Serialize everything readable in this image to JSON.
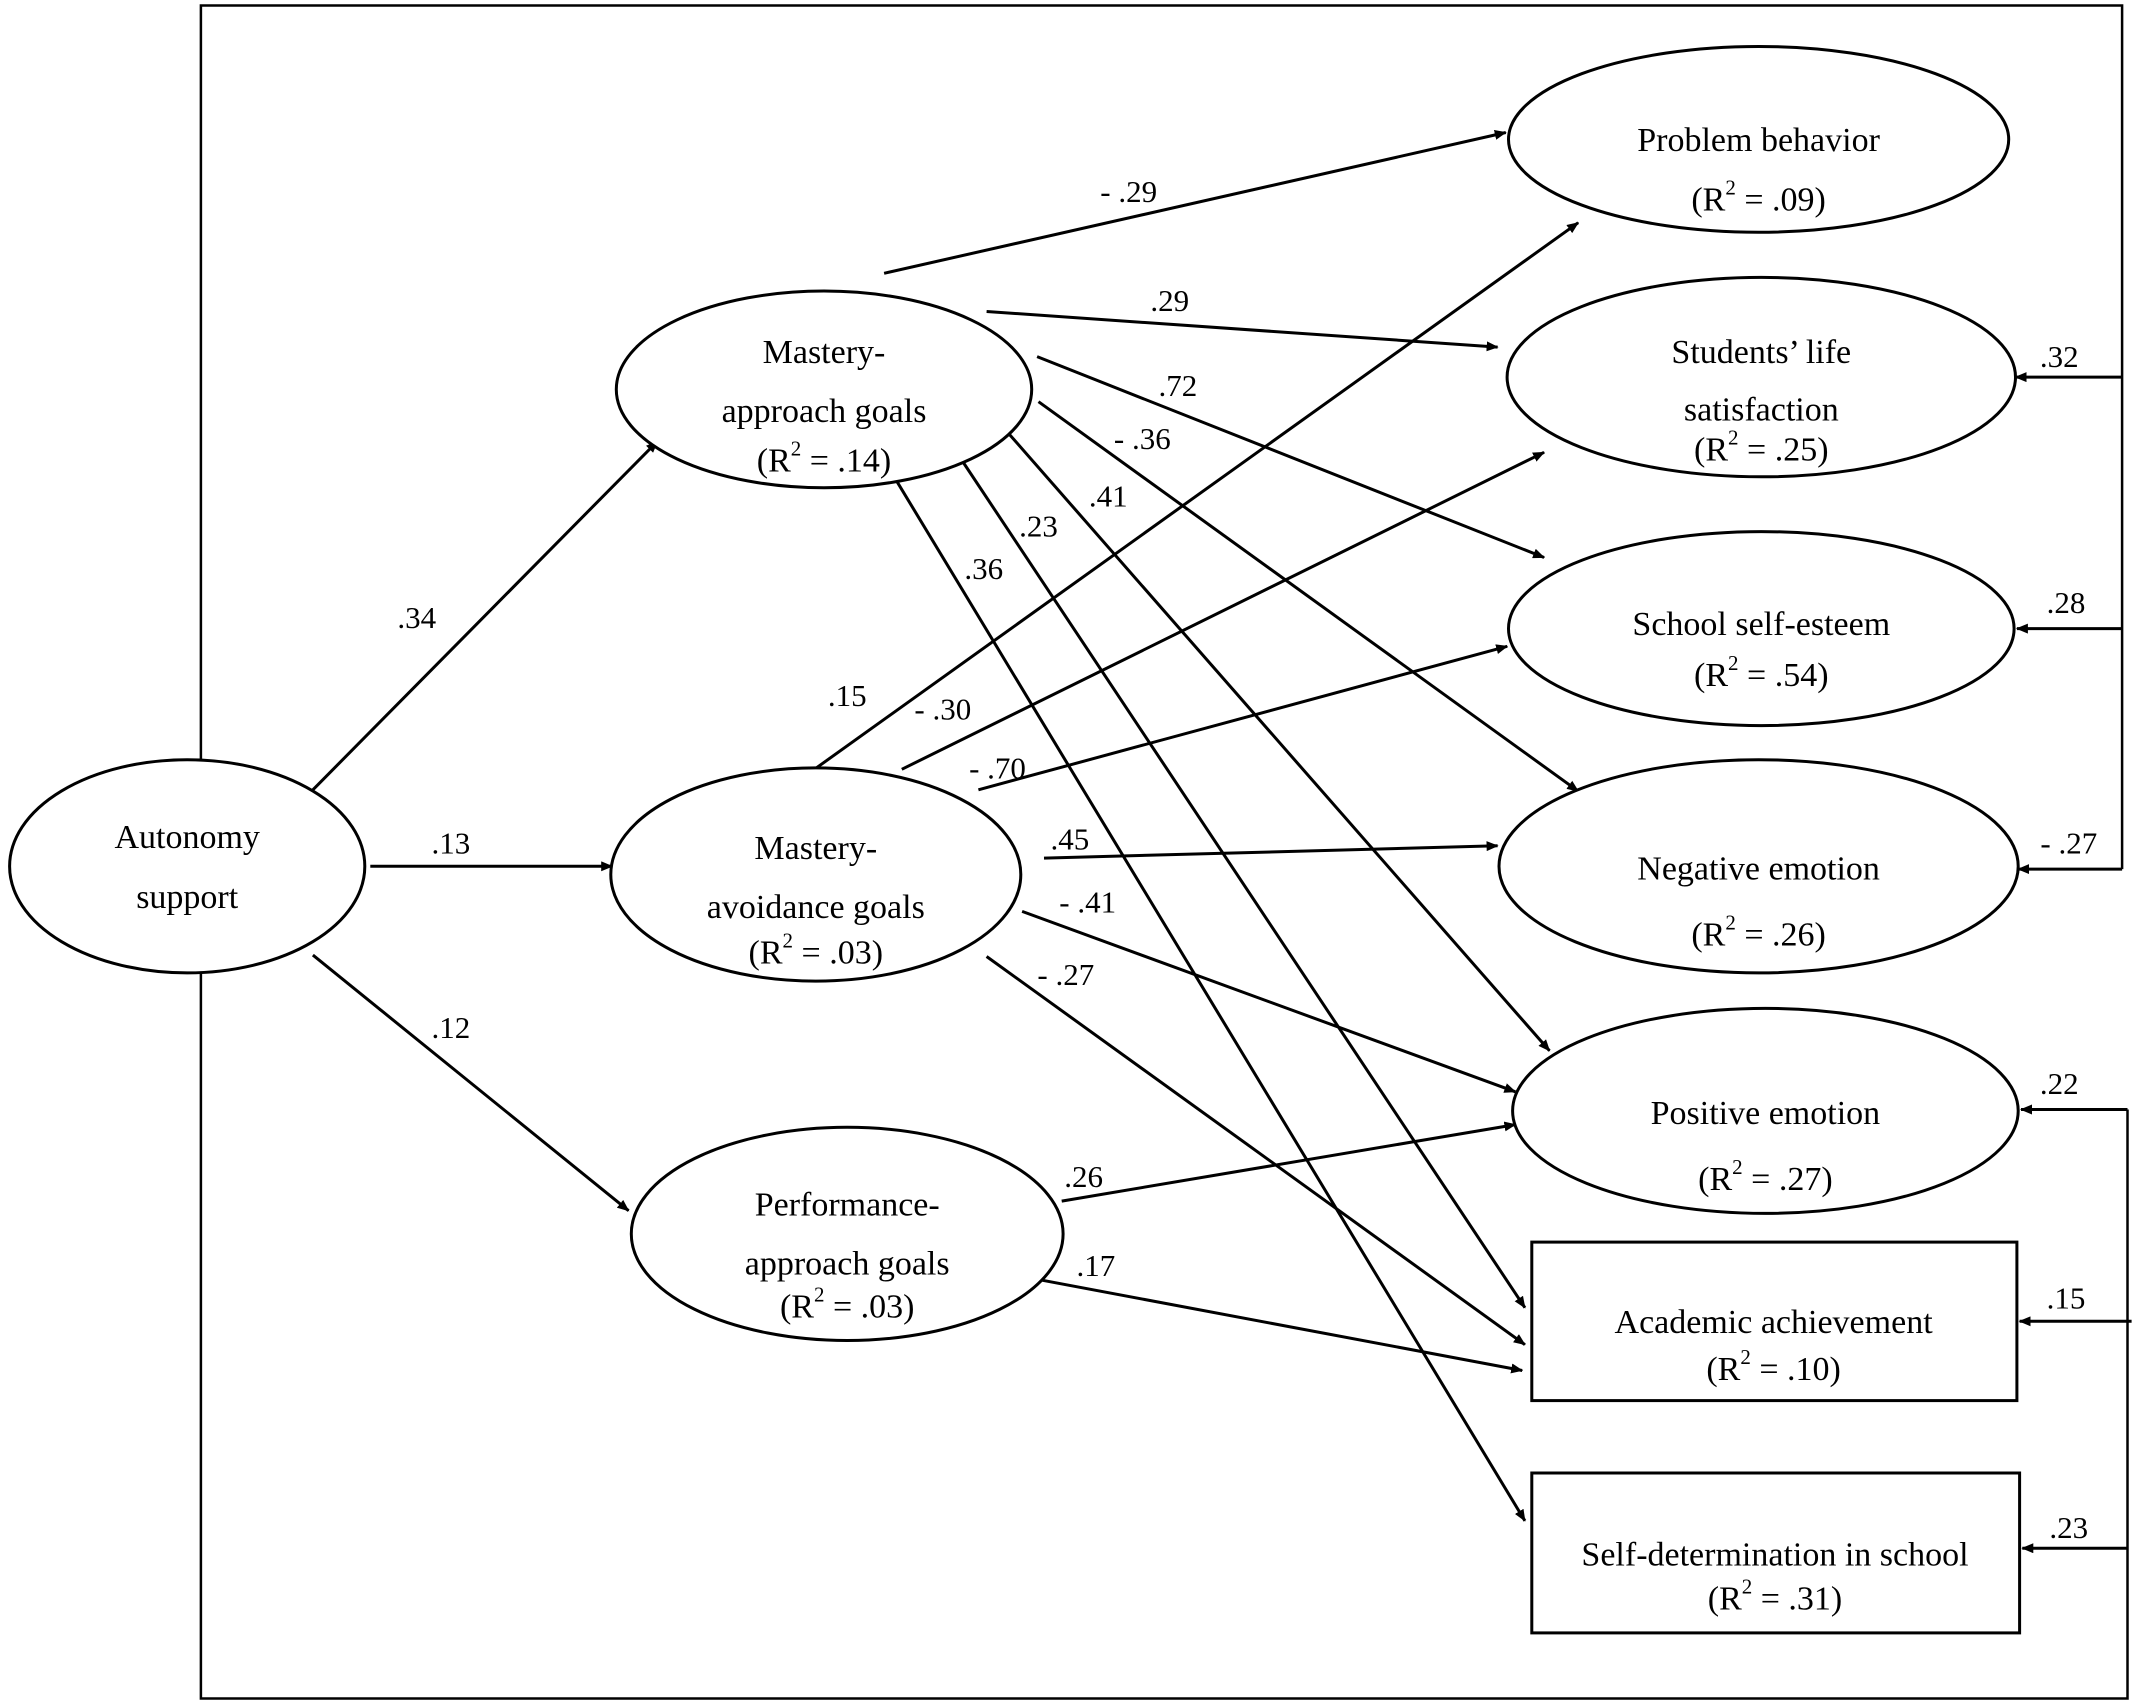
{
  "nodes": [
    {
      "id": "autonomy",
      "shape": "ellipse",
      "lines": [
        "Autonomy",
        "support"
      ],
      "r2": null
    },
    {
      "id": "map",
      "shape": "ellipse",
      "lines": [
        "Mastery-",
        "approach goals"
      ],
      "r2": ".14"
    },
    {
      "id": "mav",
      "shape": "ellipse",
      "lines": [
        "Mastery-",
        "avoidance goals"
      ],
      "r2": ".03"
    },
    {
      "id": "pap",
      "shape": "ellipse",
      "lines": [
        "Performance-",
        "approach goals"
      ],
      "r2": ".03"
    },
    {
      "id": "problem",
      "shape": "ellipse",
      "lines": [
        "Problem behavior"
      ],
      "r2": ".09"
    },
    {
      "id": "life",
      "shape": "ellipse",
      "lines": [
        "Students’ life",
        "satisfaction"
      ],
      "r2": ".25"
    },
    {
      "id": "esteem",
      "shape": "ellipse",
      "lines": [
        "School self-esteem"
      ],
      "r2": ".54"
    },
    {
      "id": "negemo",
      "shape": "ellipse",
      "lines": [
        "Negative emotion"
      ],
      "r2": ".26"
    },
    {
      "id": "posemo",
      "shape": "ellipse",
      "lines": [
        "Positive emotion"
      ],
      "r2": ".27"
    },
    {
      "id": "achieve",
      "shape": "rect",
      "lines": [
        "Academic achievement"
      ],
      "r2": ".10"
    },
    {
      "id": "selfdet",
      "shape": "rect",
      "lines": [
        "Self-determination in school"
      ],
      "r2": ".31"
    }
  ],
  "r2_prefix": "R",
  "r2_exponent": "2",
  "r2_equals": " = ",
  "edges": [
    {
      "from": "autonomy",
      "to": "map",
      "coef": ".34"
    },
    {
      "from": "autonomy",
      "to": "mav",
      "coef": ".13"
    },
    {
      "from": "autonomy",
      "to": "pap",
      "coef": ".12"
    },
    {
      "from": "map",
      "to": "problem",
      "coef": "- .29"
    },
    {
      "from": "map",
      "to": "life",
      "coef": ".29"
    },
    {
      "from": "map",
      "to": "esteem",
      "coef": ".72"
    },
    {
      "from": "map",
      "to": "negemo",
      "coef": "- .36"
    },
    {
      "from": "map",
      "to": "posemo",
      "coef": ".41"
    },
    {
      "from": "map",
      "to": "achieve",
      "coef": ".23"
    },
    {
      "from": "map",
      "to": "selfdet",
      "coef": ".36"
    },
    {
      "from": "mav",
      "to": "problem",
      "coef": ".15"
    },
    {
      "from": "mav",
      "to": "life",
      "coef": "- .30"
    },
    {
      "from": "mav",
      "to": "esteem",
      "coef": "- .70"
    },
    {
      "from": "mav",
      "to": "negemo",
      "coef": ".45"
    },
    {
      "from": "mav",
      "to": "posemo",
      "coef": "- .41"
    },
    {
      "from": "mav",
      "to": "achieve",
      "coef": "- .27"
    },
    {
      "from": "pap",
      "to": "posemo",
      "coef": ".26"
    },
    {
      "from": "pap",
      "to": "achieve",
      "coef": ".17"
    },
    {
      "from": "autonomy",
      "to": "life",
      "coef": ".32",
      "direct": true
    },
    {
      "from": "autonomy",
      "to": "esteem",
      "coef": ".28",
      "direct": true
    },
    {
      "from": "autonomy",
      "to": "negemo",
      "coef": "- .27",
      "direct": true
    },
    {
      "from": "autonomy",
      "to": "posemo",
      "coef": ".22",
      "direct": true
    },
    {
      "from": "autonomy",
      "to": "achieve",
      "coef": ".15",
      "direct": true
    },
    {
      "from": "autonomy",
      "to": "selfdet",
      "coef": ".23",
      "direct": true
    }
  ]
}
